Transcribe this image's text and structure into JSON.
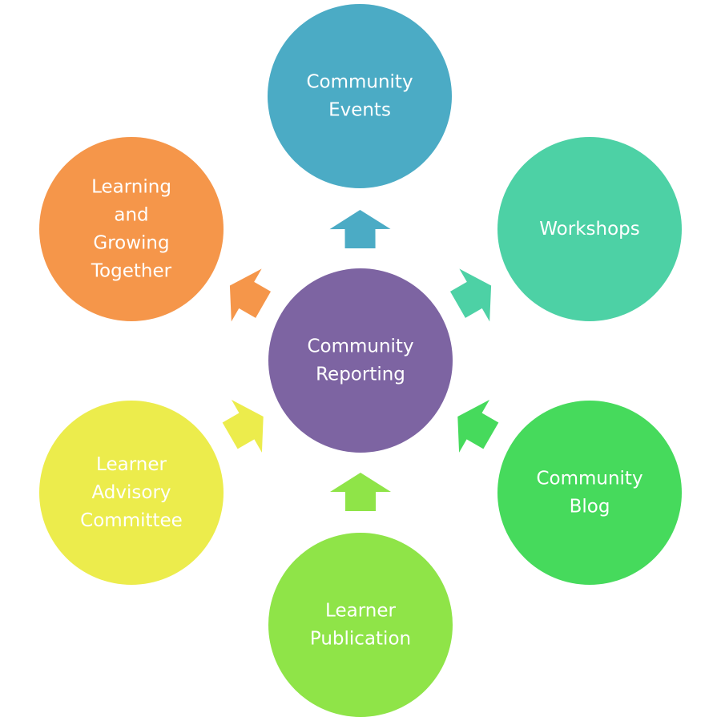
{
  "center": {
    "lines": [
      "Community",
      "Reporting"
    ],
    "color": "#7d64a2"
  },
  "nodes": [
    {
      "id": "community-events",
      "lines": [
        "Community",
        "Events"
      ],
      "color": "#4babc5"
    },
    {
      "id": "workshops",
      "lines": [
        "Workshops"
      ],
      "color": "#4dd1a5"
    },
    {
      "id": "community-blog",
      "lines": [
        "Community",
        "Blog"
      ],
      "color": "#46da5c"
    },
    {
      "id": "learner-publication",
      "lines": [
        "Learner",
        "Publication"
      ],
      "color": "#8fe448"
    },
    {
      "id": "learner-advisory-committee",
      "lines": [
        "Learner",
        "Advisory",
        "Committee"
      ],
      "color": "#ecec4c"
    },
    {
      "id": "learning-and-growing-together",
      "lines": [
        "Learning",
        "and",
        "Growing",
        "Together"
      ],
      "color": "#f5964a"
    }
  ],
  "arrow_directions": [
    "outward",
    "outward",
    "inward",
    "inward",
    "inward",
    "outward"
  ]
}
